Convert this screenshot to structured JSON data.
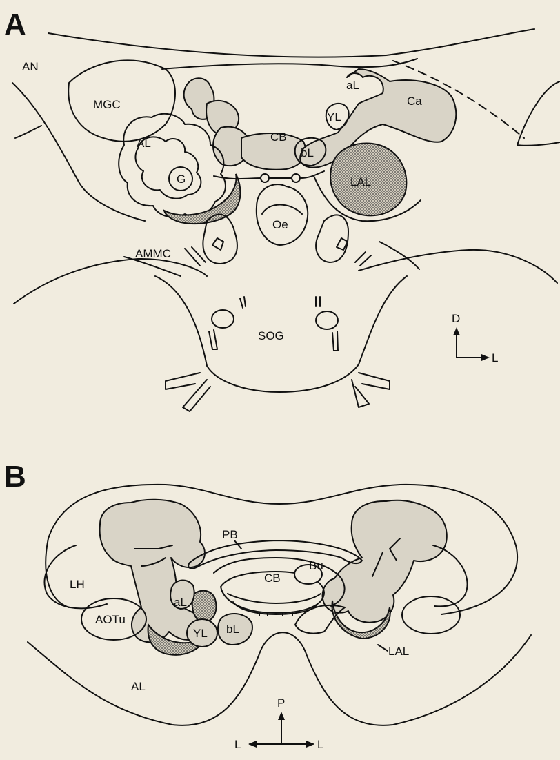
{
  "panels": {
    "a": {
      "letter": "A",
      "labels": {
        "an": "AN",
        "mgc": "MGC",
        "al": "AL",
        "g": "G",
        "cb": "CB",
        "al_small": "aL",
        "ca": "Ca",
        "yl": "YL",
        "bl": "bL",
        "lal": "LAL",
        "oe": "Oe",
        "ammc": "AMMC",
        "sog": "SOG"
      },
      "axes": {
        "up": "D",
        "right": "L"
      }
    },
    "b": {
      "letter": "B",
      "labels": {
        "pb": "PB",
        "bu": "Bu",
        "cb": "CB",
        "lh": "LH",
        "al_small": "aL",
        "aotu": "AOTu",
        "yl": "YL",
        "bl": "bL",
        "lal": "LAL",
        "al": "AL"
      },
      "axes": {
        "up": "P",
        "left": "L",
        "right": "L"
      }
    }
  },
  "colors": {
    "background": "#f1ecdf",
    "shade": "#d9d4c7",
    "stroke": "#111111"
  }
}
